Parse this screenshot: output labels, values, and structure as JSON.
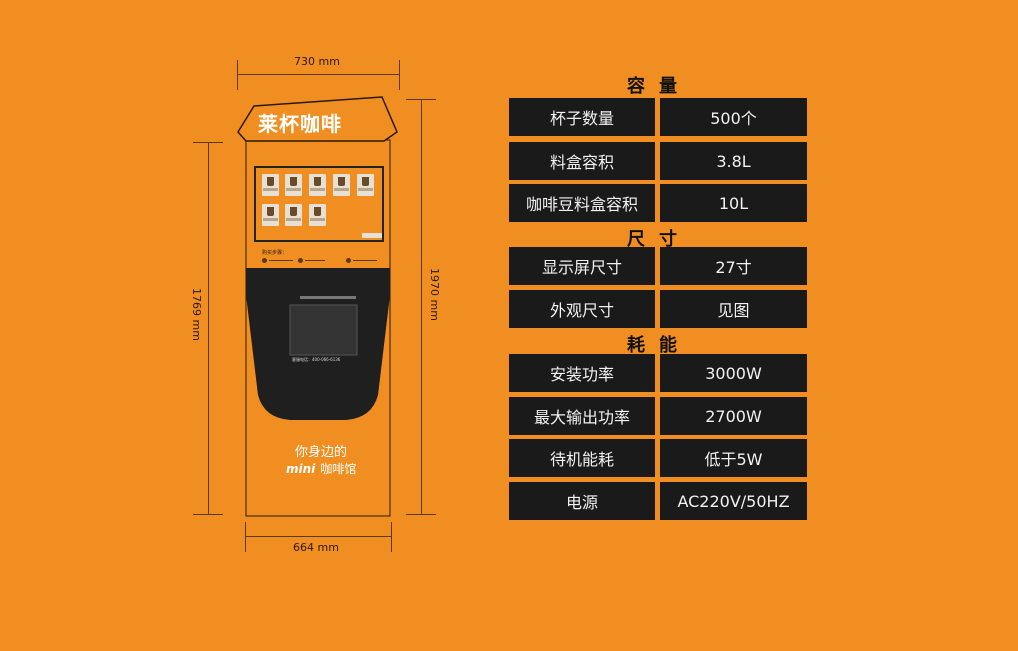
{
  "dimensions": {
    "top_width": "730 mm",
    "bottom_width": "664 mm",
    "left_height": "1769 mm",
    "right_height": "1970 mm"
  },
  "machine": {
    "logo_text": "莱杯咖啡",
    "purchase_steps_label": "购买步骤：",
    "service_phone": "客服电话：400-066-6136",
    "slogan_line1": "你身边的",
    "slogan_mini": "mini",
    "slogan_line2": "咖啡馆",
    "colors": {
      "orange": "#F18E21",
      "dark": "#1f1f1f"
    }
  },
  "specs": [
    {
      "title": "容量",
      "rows": [
        {
          "label": "杯子数量",
          "value": "500个"
        },
        {
          "label": "料盒容积",
          "value": "3.8L"
        },
        {
          "label": "咖啡豆料盒容积",
          "value": "10L"
        }
      ]
    },
    {
      "title": "尺寸",
      "rows": [
        {
          "label": "显示屏尺寸",
          "value": "27寸"
        },
        {
          "label": "外观尺寸",
          "value": "见图"
        }
      ]
    },
    {
      "title": "耗能",
      "rows": [
        {
          "label": "安装功率",
          "value": "3000W"
        },
        {
          "label": "最大输出功率",
          "value": "2700W"
        },
        {
          "label": "待机能耗",
          "value": "低于5W"
        },
        {
          "label": "电源",
          "value": "AC220V/50HZ"
        }
      ]
    }
  ]
}
